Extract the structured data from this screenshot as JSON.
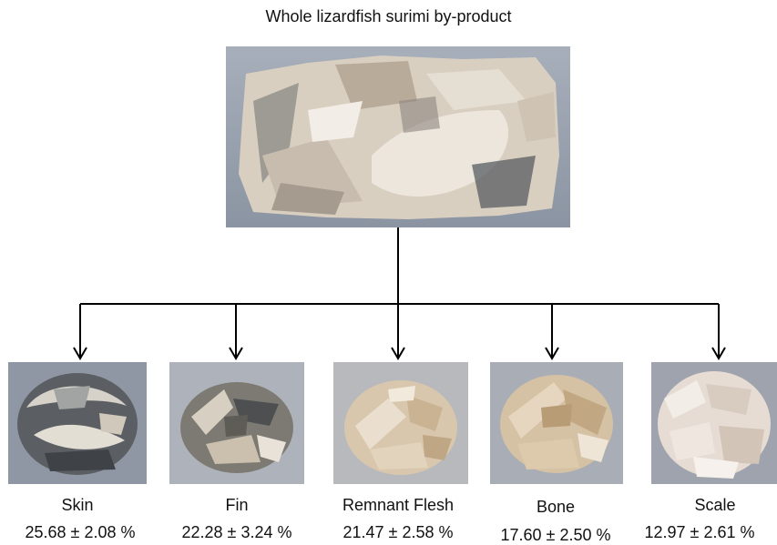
{
  "title": "Whole lizardfish surimi by-product",
  "main_image": {
    "name": "whole-byproduct-photo"
  },
  "fractions": [
    {
      "label": "Skin",
      "percent": "25.68 ± 2.08 %"
    },
    {
      "label": "Fin",
      "percent": "22.28 ± 3.24 %"
    },
    {
      "label": "Remnant Flesh",
      "percent": "21.47 ± 2.58 %"
    },
    {
      "label": "Bone",
      "percent": "17.60 ± 2.50 %"
    },
    {
      "label": "Scale",
      "percent": "12.97 ± 2.61 %"
    }
  ],
  "colors": {
    "photo_background": "#8f98a6",
    "line": "#000000"
  }
}
